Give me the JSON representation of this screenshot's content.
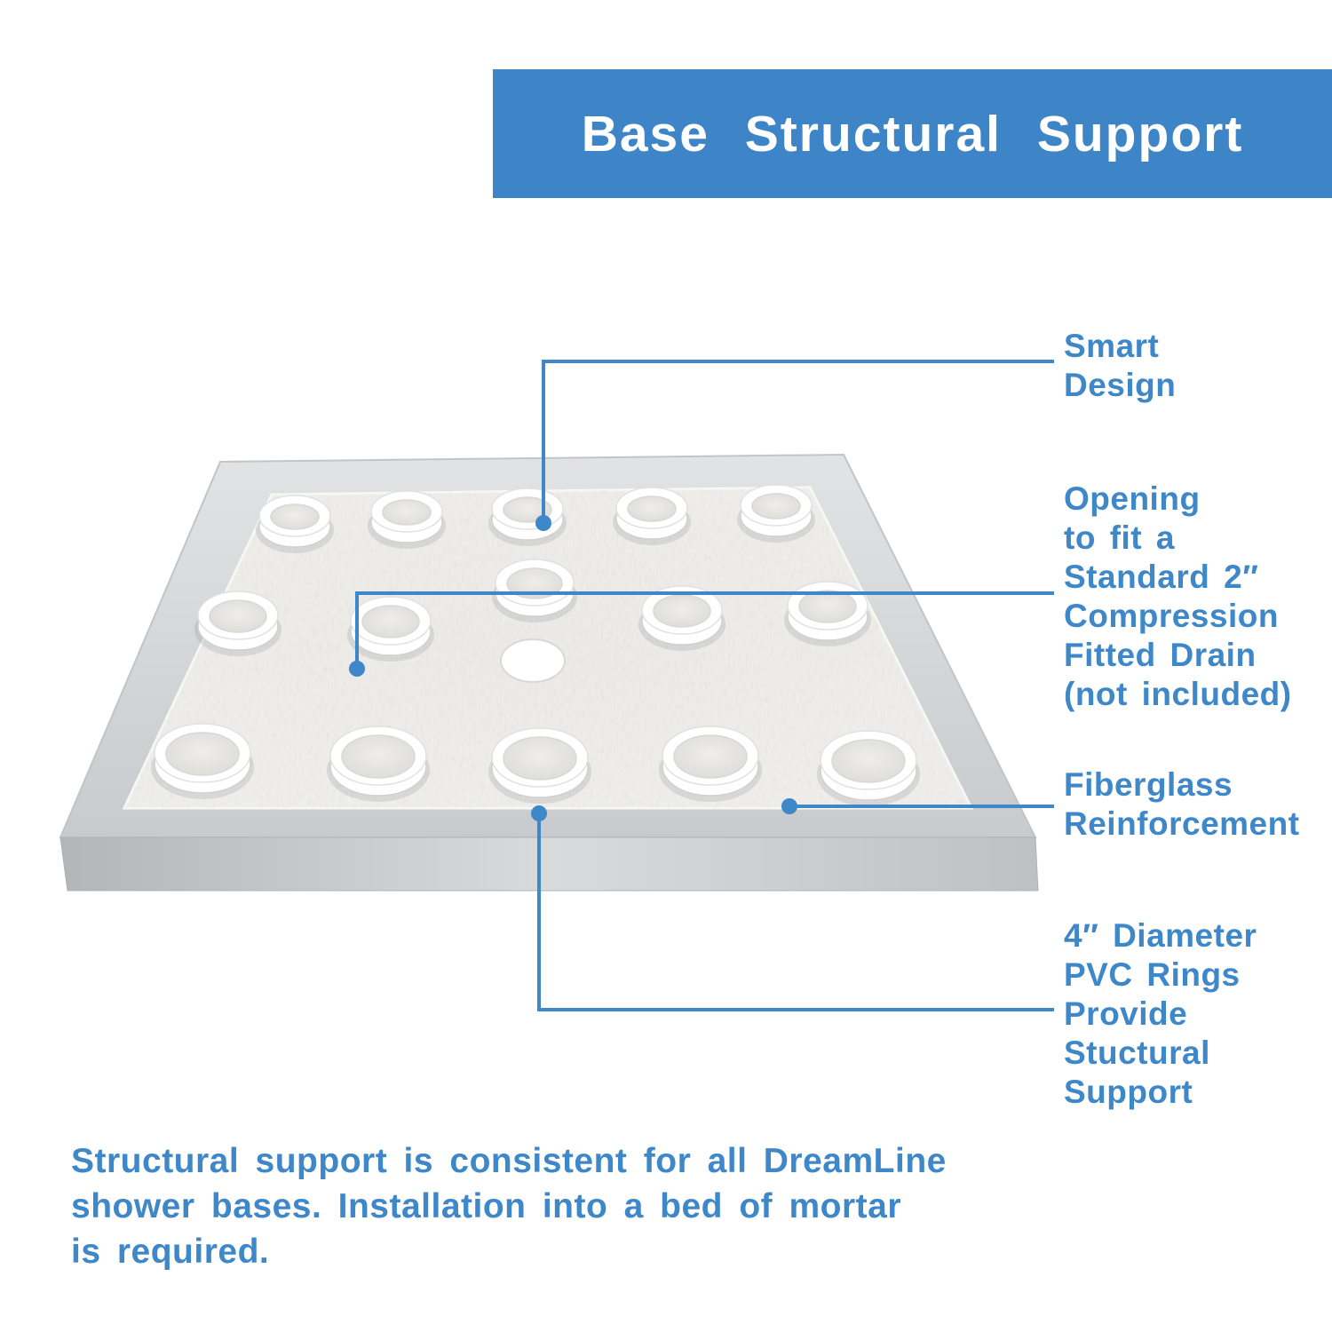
{
  "colors": {
    "accent": "#3e87c8",
    "header_bg": "#3d85c6",
    "header_text": "#ffffff"
  },
  "header": {
    "title": "Base Structural Support"
  },
  "callouts": {
    "smart_design": {
      "label": "Smart\nDesign"
    },
    "drain_opening": {
      "label": "Opening\nto fit a\nStandard 2″\nCompression\nFitted Drain\n(not included)"
    },
    "fiberglass": {
      "label": "Fiberglass\nReinforcement"
    },
    "pvc_rings": {
      "label": "4″ Diameter\nPVC Rings\nProvide\nStuctural\nSupport"
    }
  },
  "footer": {
    "note": "Structural support is consistent for all DreamLine\nshower bases. Installation into a bed of mortar\nis required."
  },
  "illustration": {
    "subject": "shower-base-underside",
    "pvc_ring_count": 15
  }
}
